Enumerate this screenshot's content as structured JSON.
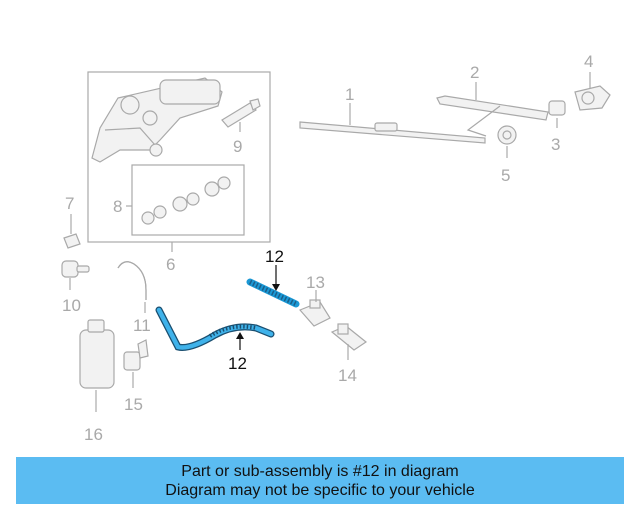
{
  "callouts": {
    "c1": "1",
    "c2": "2",
    "c3": "3",
    "c4": "4",
    "c5": "5",
    "c6": "6",
    "c7": "7",
    "c8": "8",
    "c9": "9",
    "c10": "10",
    "c11": "11",
    "c12_top": "12",
    "c12_bottom": "12",
    "c13": "13",
    "c14": "14",
    "c15": "15",
    "c16": "16"
  },
  "highlighted_part": "12",
  "highlight_color": "#1a98d5",
  "banner": {
    "line1": "Part or sub-assembly is #12 in diagram",
    "line2": "Diagram may not be specific to your vehicle",
    "background": "#5bbcf2"
  }
}
